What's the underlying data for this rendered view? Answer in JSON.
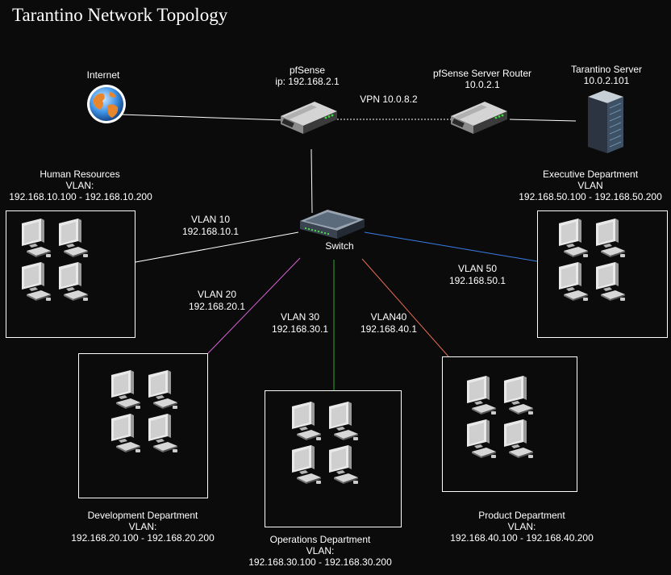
{
  "title": "Tarantino Network Topology",
  "nodes": {
    "internet": "Internet",
    "pfsense": {
      "name": "pfSense",
      "ip": "ip: 192.168.2.1"
    },
    "server_router": {
      "name": "pfSense Server Router",
      "ip": "10.0.2.1"
    },
    "server": {
      "name": "Tarantino Server",
      "ip": "10.0.2.101"
    },
    "switch": "Switch"
  },
  "links": {
    "vpn": "VPN 10.0.8.2",
    "vlan10": {
      "name": "VLAN 10",
      "ip": "192.168.10.1",
      "color": "#ffffff"
    },
    "vlan20": {
      "name": "VLAN 20",
      "ip": "192.168.20.1",
      "color": "#d65fd6"
    },
    "vlan30": {
      "name": "VLAN 30",
      "ip": "192.168.30.1",
      "color": "#2ea82e"
    },
    "vlan40": {
      "name": "VLAN40",
      "ip": "192.168.40.1",
      "color": "#e56b52"
    },
    "vlan50": {
      "name": "VLAN 50",
      "ip": "192.168.50.1",
      "color": "#3a7ee8"
    }
  },
  "departments": {
    "hr": {
      "name": "Human Resources",
      "vlan_label": "VLAN:",
      "range": "192.168.10.100 - 192.168.10.200"
    },
    "exec": {
      "name": "Executive Department",
      "vlan_label": "VLAN",
      "range": "192.168.50.100 - 192.168.50.200"
    },
    "dev": {
      "name": "Development Department",
      "vlan_label": "VLAN:",
      "range": "192.168.20.100 - 192.168.20.200"
    },
    "ops": {
      "name": "Operations Department",
      "vlan_label": "VLAN:",
      "range": "192.168.30.100 - 192.168.30.200"
    },
    "product": {
      "name": "Product Department",
      "vlan_label": "VLAN:",
      "range": "192.168.40.100 - 192.168.40.200"
    }
  },
  "icons": [
    "globe-icon",
    "router-icon",
    "server-rack-icon",
    "switch-icon",
    "workstation-icon"
  ]
}
